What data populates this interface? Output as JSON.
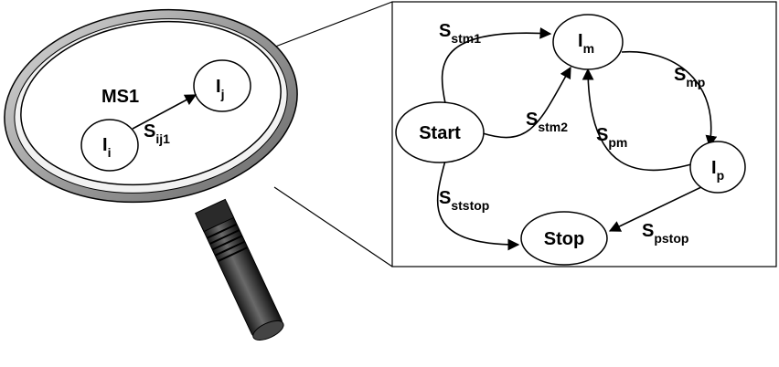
{
  "lens": {
    "group_label": "MS1",
    "states": [
      {
        "id": "i",
        "main": "I",
        "sub": "i"
      },
      {
        "id": "j",
        "main": "I",
        "sub": "j"
      }
    ],
    "transition": {
      "main": "S",
      "sub": "ij1"
    }
  },
  "zoom": {
    "states": [
      {
        "id": "start",
        "label": "Start"
      },
      {
        "id": "stop",
        "label": "Stop"
      },
      {
        "id": "m",
        "main": "I",
        "sub": "m"
      },
      {
        "id": "p",
        "main": "I",
        "sub": "p"
      }
    ],
    "transitions": [
      {
        "id": "stm1",
        "main": "S",
        "sub": "stm1"
      },
      {
        "id": "stm2",
        "main": "S",
        "sub": "stm2"
      },
      {
        "id": "mp",
        "main": "S",
        "sub": "mp"
      },
      {
        "id": "pm",
        "main": "S",
        "sub": "pm"
      },
      {
        "id": "ststop",
        "main": "S",
        "sub": "ststop"
      },
      {
        "id": "pstop",
        "main": "S",
        "sub": "pstop"
      }
    ]
  }
}
